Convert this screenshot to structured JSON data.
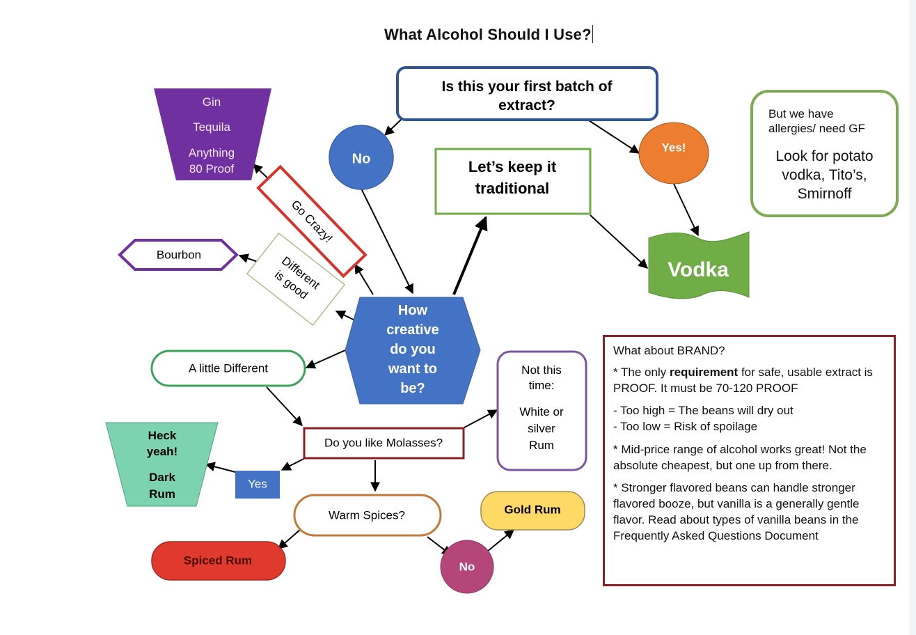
{
  "title": "What Alcohol Should I Use?",
  "nodes": {
    "first_batch": "Is this your first batch of extract?",
    "first_batch_lines": [
      "Is this your first batch of",
      "extract?"
    ],
    "no_answer": "No",
    "yes_answer": "Yes!",
    "traditional_lines": [
      "Let’s keep it",
      "traditional"
    ],
    "vodka": "Vodka",
    "creative_lines": [
      "How",
      "creative",
      "do you",
      "want to",
      "be?"
    ],
    "go_crazy": "Go Crazy!",
    "crazy_result_lines": [
      "Gin",
      "Tequila",
      "Anything",
      "80 Proof"
    ],
    "different_good_lines": [
      "Different",
      "is good"
    ],
    "bourbon": "Bourbon",
    "little_different": "A little Different",
    "molasses": "Do you like Molasses?",
    "not_this_time_lines": [
      "Not this",
      "time:",
      "White or",
      "silver",
      "Rum"
    ],
    "yes_molasses": "Yes",
    "dark_rum_lines": [
      "Heck",
      "yeah!",
      "Dark",
      "Rum"
    ],
    "warm_spices": "Warm Spices?",
    "spiced_rum": "Spiced Rum",
    "no_spices": "No",
    "gold_rum": "Gold Rum"
  },
  "allergy_note": {
    "heading_lines": [
      "But we have",
      "allergies/ need GF"
    ],
    "body_lines": [
      "Look for potato",
      "vodka, Tito’s,",
      "Smirnoff"
    ]
  },
  "brand_note": {
    "heading": "What about BRAND?",
    "req_prefix": "* The only ",
    "req_bold": "requirement",
    "req_suffix": " for safe, usable extract is PROOF. It must be 70-120 PROOF",
    "too_high": "- Too high = The beans will dry out",
    "too_low": "- Too low = Risk of spoilage",
    "mid_price": "* Mid-price range of alcohol works great! Not the absolute cheapest, but one up from there.",
    "stronger": "* Stronger flavored beans can handle stronger flavored booze, but vanilla is a generally gentle flavor. Read about types of vanilla beans in the Frequently Asked Questions Document"
  },
  "colors": {
    "blue": "#4472c4",
    "navy_border": "#2f5597",
    "orange": "#ed7d31",
    "green": "#70ad47",
    "purple": "#7030a0",
    "red": "#e03a2e",
    "dark_red": "#8b1f24",
    "teal": "#7dd3b0",
    "yellow": "#ffd966",
    "mauve": "#b4467a",
    "olive_border": "#a9c08a"
  }
}
